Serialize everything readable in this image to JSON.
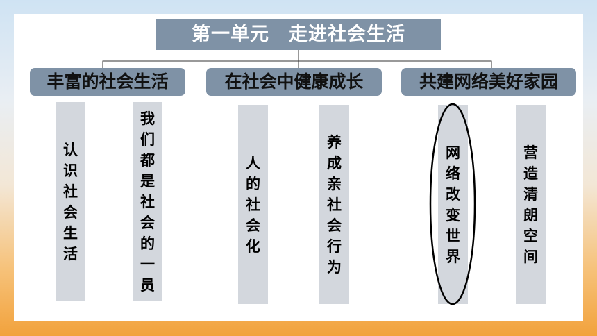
{
  "title": "第一单元　走进社会生活",
  "categories": [
    {
      "label": "丰富的社会生活",
      "items": [
        "认识社会生活",
        "我们都是社会的一员"
      ]
    },
    {
      "label": "在社会中健康成长",
      "items": [
        "人的社会化",
        "养成亲社会行为"
      ]
    },
    {
      "label": "共建网络美好家园",
      "items": [
        "网络改变世界",
        "营造清朗空间"
      ]
    }
  ],
  "highlighted_item": "网络改变世界",
  "colors": {
    "box": "#7f92a6",
    "column": "#d3d7dd",
    "panel": "#ffffff",
    "accent": "#f2a23c"
  }
}
